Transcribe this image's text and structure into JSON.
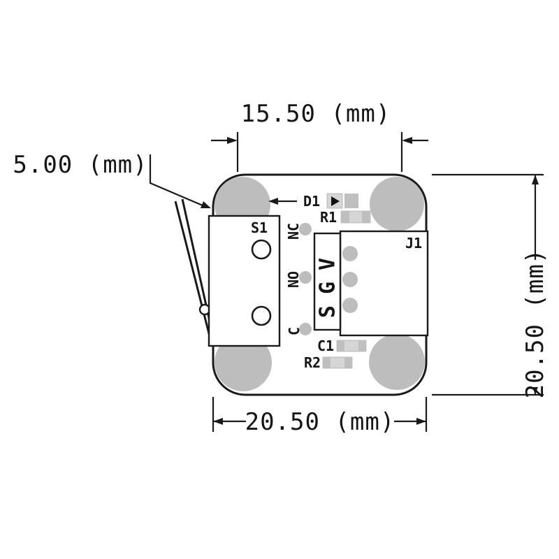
{
  "drawing": {
    "type": "pcb-dimension-diagram",
    "dimensions": {
      "top": "15.50 (mm)",
      "left": "5.00 (mm)",
      "right": "20.50 (mm)",
      "bottom": "20.50 (mm)"
    },
    "components": {
      "d1": "D1",
      "r1": "R1",
      "s1": "S1",
      "j1": "J1",
      "c1": "C1",
      "r2": "R2"
    },
    "pins": {
      "nc": "NC",
      "no": "NO",
      "common": "C",
      "connector": "SGV"
    },
    "colors": {
      "line": "#1a1a1a",
      "pad_gray": "#bdbdbd",
      "component_gray": "#d6d6d6",
      "component_cap_gray": "#bfbfbf",
      "background": "#ffffff"
    }
  }
}
